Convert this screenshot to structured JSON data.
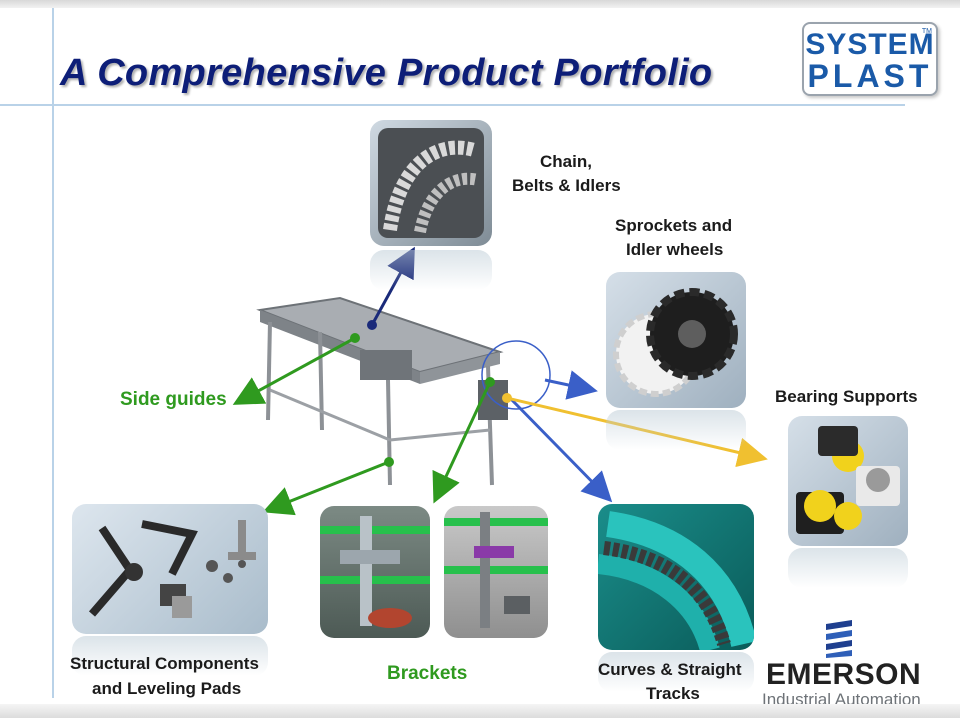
{
  "slide": {
    "title": "A Comprehensive Product Portfolio",
    "logo": {
      "line1": "SYSTEM",
      "line2": "PLAST",
      "tm": "TM"
    },
    "labels": {
      "chain": "Chain,",
      "belts": "Belts & Idlers",
      "sprockets": "Sprockets and",
      "idler_wheels": "Idler wheels",
      "bearing": "Bearing Supports",
      "side_guides": "Side guides",
      "structural": "Structural Components",
      "leveling": "and Leveling Pads",
      "brackets": "Brackets",
      "curves": "Curves & Straight",
      "tracks": "Tracks"
    },
    "footer": {
      "company": "EMERSON",
      "division": "Industrial Automation"
    }
  },
  "colors": {
    "title": "#0d1e78",
    "green_arrow": "#2f9a1f",
    "blue_arrow": "#3a5fc8",
    "navy_arrow": "#1a2a7a",
    "yellow_arrow": "#f0c030",
    "logo_blue": "#1a5aa8"
  },
  "icons": [
    "system-plast-logo",
    "emerson-logo-mark"
  ]
}
